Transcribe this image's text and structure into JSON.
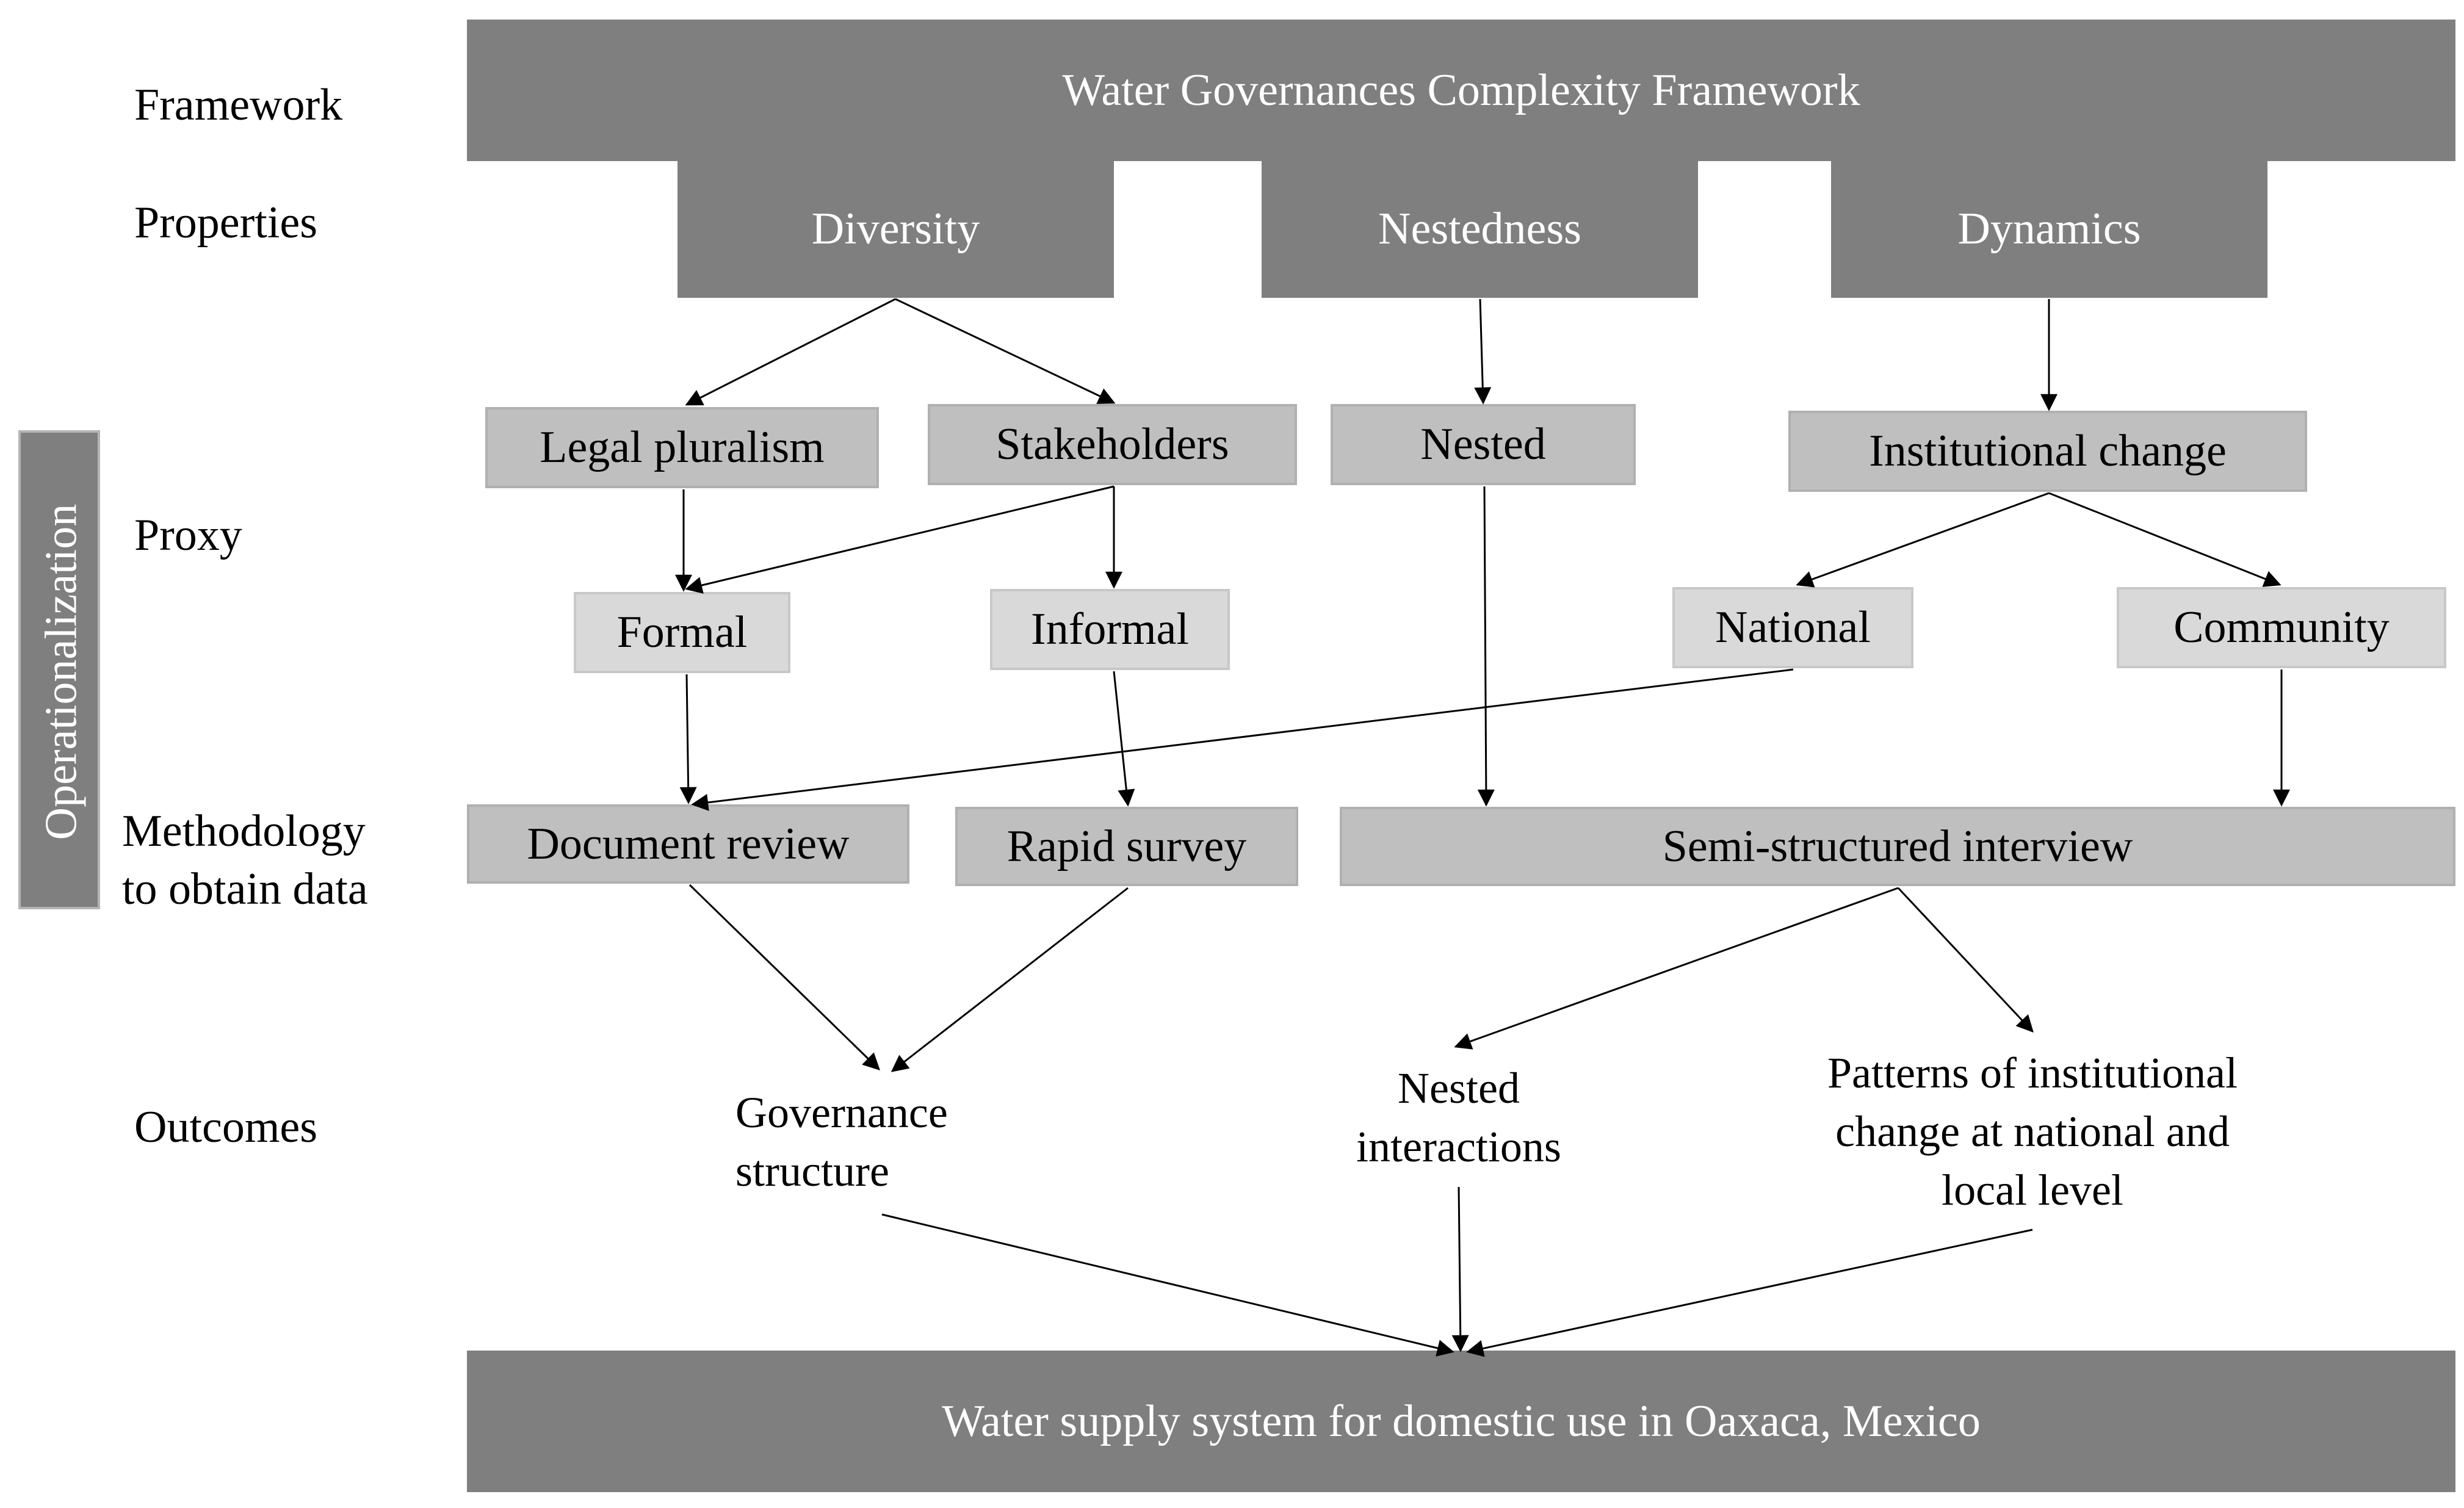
{
  "row_labels": {
    "framework": "Framework",
    "properties": "Properties",
    "proxy": "Proxy",
    "methodology_line1": "Methodology",
    "methodology_line2": "to obtain data",
    "outcomes": "Outcomes"
  },
  "side_label": "Operationalization",
  "framework_title": "Water Governances Complexity Framework",
  "properties": {
    "diversity": "Diversity",
    "nestedness": "Nestedness",
    "dynamics": "Dynamics"
  },
  "proxies": {
    "legal_pluralism": "Legal pluralism",
    "stakeholders": "Stakeholders",
    "nested": "Nested",
    "institutional_change": "Institutional change",
    "formal": "Formal",
    "informal": "Informal",
    "national": "National",
    "community": "Community"
  },
  "methods": {
    "document_review": "Document review",
    "rapid_survey": "Rapid survey",
    "semi_structured_interview": "Semi-structured interview"
  },
  "outcomes": {
    "governance_line1": "Governance",
    "governance_line2": "structure",
    "nested_line1": "Nested",
    "nested_line2": "interactions",
    "patterns_line1": "Patterns of institutional",
    "patterns_line2": "change at national and",
    "patterns_line3": "local level"
  },
  "target_system": "Water supply system for domestic use in Oaxaca, Mexico",
  "colors": {
    "dark_fill": "#7f7f7f",
    "mid_fill": "#bfbfbf",
    "light_fill": "#d9d9d9",
    "arrow": "#000000"
  }
}
